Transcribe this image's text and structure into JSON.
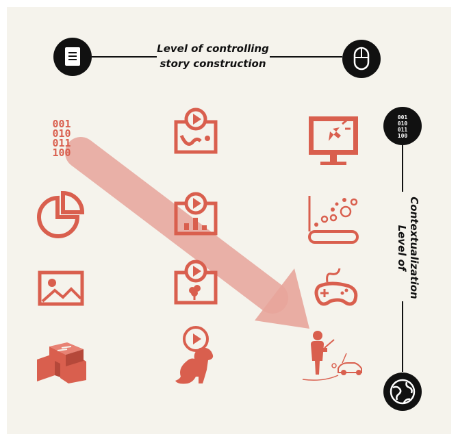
{
  "top_axis": {
    "label_line1": "Level of controlling",
    "label_line2": "story construction",
    "left_icon": "document-icon",
    "right_icon": "mouse-icon"
  },
  "right_axis": {
    "label_line1": "Level of",
    "label_line2": "Contextualization",
    "top_icon": "binary-data-icon",
    "bottom_icon": "globe-icon"
  },
  "binary_text": [
    "001",
    "010",
    "011",
    "100"
  ],
  "grid": [
    [
      "binary-data-icon",
      "video-line-chart-icon",
      "monitor-cursor-icon"
    ],
    [
      "pie-chart-icon",
      "video-bar-chart-icon",
      "scatter-plot-icon"
    ],
    [
      "image-icon",
      "video-tree-icon",
      "gamepad-icon"
    ],
    [
      "stacked-bricks-icon",
      "video-dog-icon",
      "remote-control-car-icon"
    ]
  ],
  "colors": {
    "icon": "#d95f4e",
    "arrow": "#e8a59b",
    "background": "#f5f3ec",
    "axis": "#111111"
  }
}
